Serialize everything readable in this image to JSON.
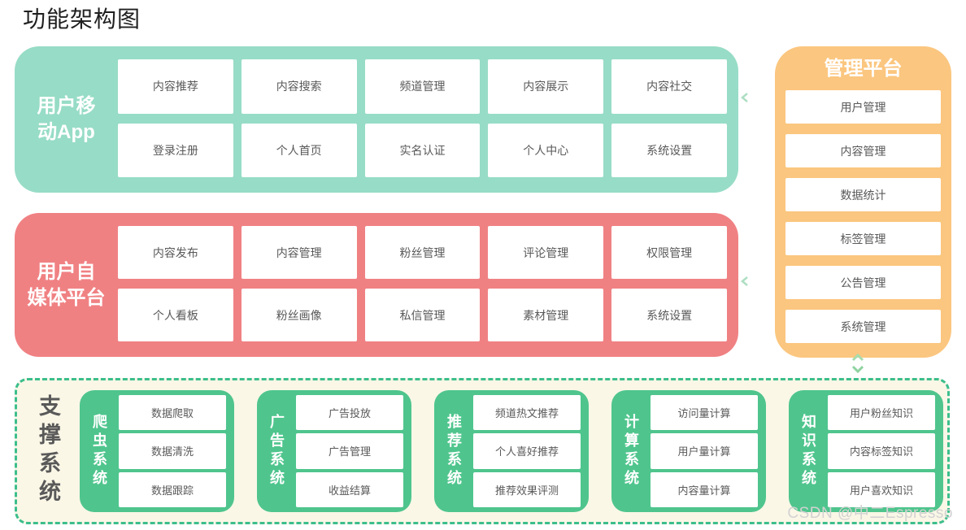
{
  "page": {
    "title": "功能架构图",
    "watermark": "CSDN @中二Espresso"
  },
  "colors": {
    "teal": "#97DCC6",
    "coral": "#F08183",
    "orange": "#FBC67F",
    "green": "#4FC58D",
    "green_border": "#3CBE8C",
    "cream": "#FAF7E7",
    "cell_text": "#595959",
    "support_label": "#595959",
    "watermark": "#D2D2D2"
  },
  "blocks": {
    "mobile": {
      "label_lines": [
        "用户移",
        "动App"
      ],
      "items": [
        "内容推荐",
        "内容搜索",
        "频道管理",
        "内容展示",
        "内容社交",
        "登录注册",
        "个人首页",
        "实名认证",
        "个人中心",
        "系统设置"
      ]
    },
    "media": {
      "label_lines": [
        "用户自",
        "媒体平台"
      ],
      "items": [
        "内容发布",
        "内容管理",
        "粉丝管理",
        "评论管理",
        "权限管理",
        "个人看板",
        "粉丝画像",
        "私信管理",
        "素材管理",
        "系统设置"
      ]
    },
    "admin": {
      "title": "管理平台",
      "items": [
        "用户管理",
        "内容管理",
        "数据统计",
        "标签管理",
        "公告管理",
        "系统管理"
      ]
    },
    "support": {
      "label": "支撑系统",
      "systems": [
        {
          "name": "爬虫系统",
          "items": [
            "数据爬取",
            "数据清洗",
            "数据跟踪"
          ]
        },
        {
          "name": "广告系统",
          "items": [
            "广告投放",
            "广告管理",
            "收益结算"
          ]
        },
        {
          "name": "推荐系统",
          "items": [
            "频道热文推荐",
            "个人喜好推荐",
            "推荐效果评测"
          ]
        },
        {
          "name": "计算系统",
          "items": [
            "访问量计算",
            "用户量计算",
            "内容量计算"
          ]
        },
        {
          "name": "知识系统",
          "items": [
            "用户粉丝知识",
            "内容标签知识",
            "用户喜欢知识"
          ]
        }
      ]
    }
  },
  "icons": {
    "left_arrow": "chevron pointing left (light green)",
    "double_arrow": "up and down chevrons (light green)"
  }
}
